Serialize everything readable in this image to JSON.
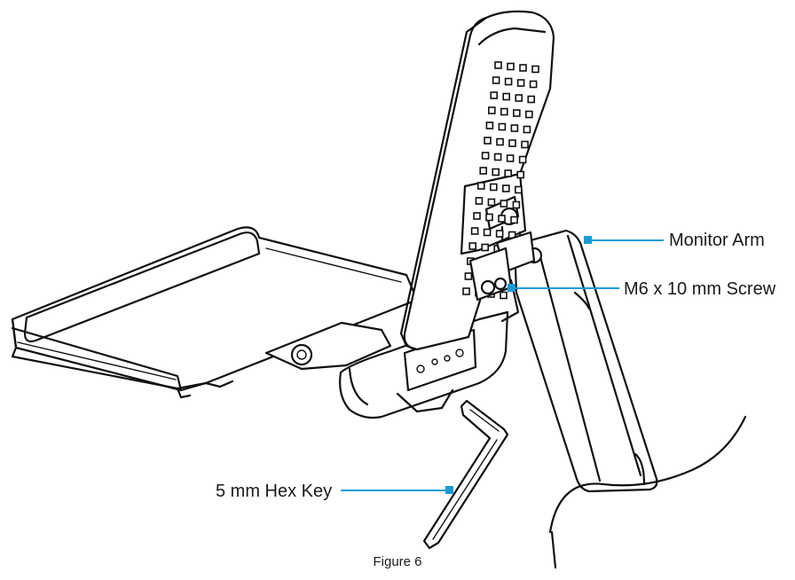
{
  "callouts": {
    "monitor_arm": "Monitor Arm",
    "screw": "M6 x 10 mm Screw",
    "hex_key": "5 mm Hex Key"
  },
  "caption": "Figure 6",
  "colors": {
    "callout_accent": "#1b9ad6",
    "line_art": "#111111"
  }
}
